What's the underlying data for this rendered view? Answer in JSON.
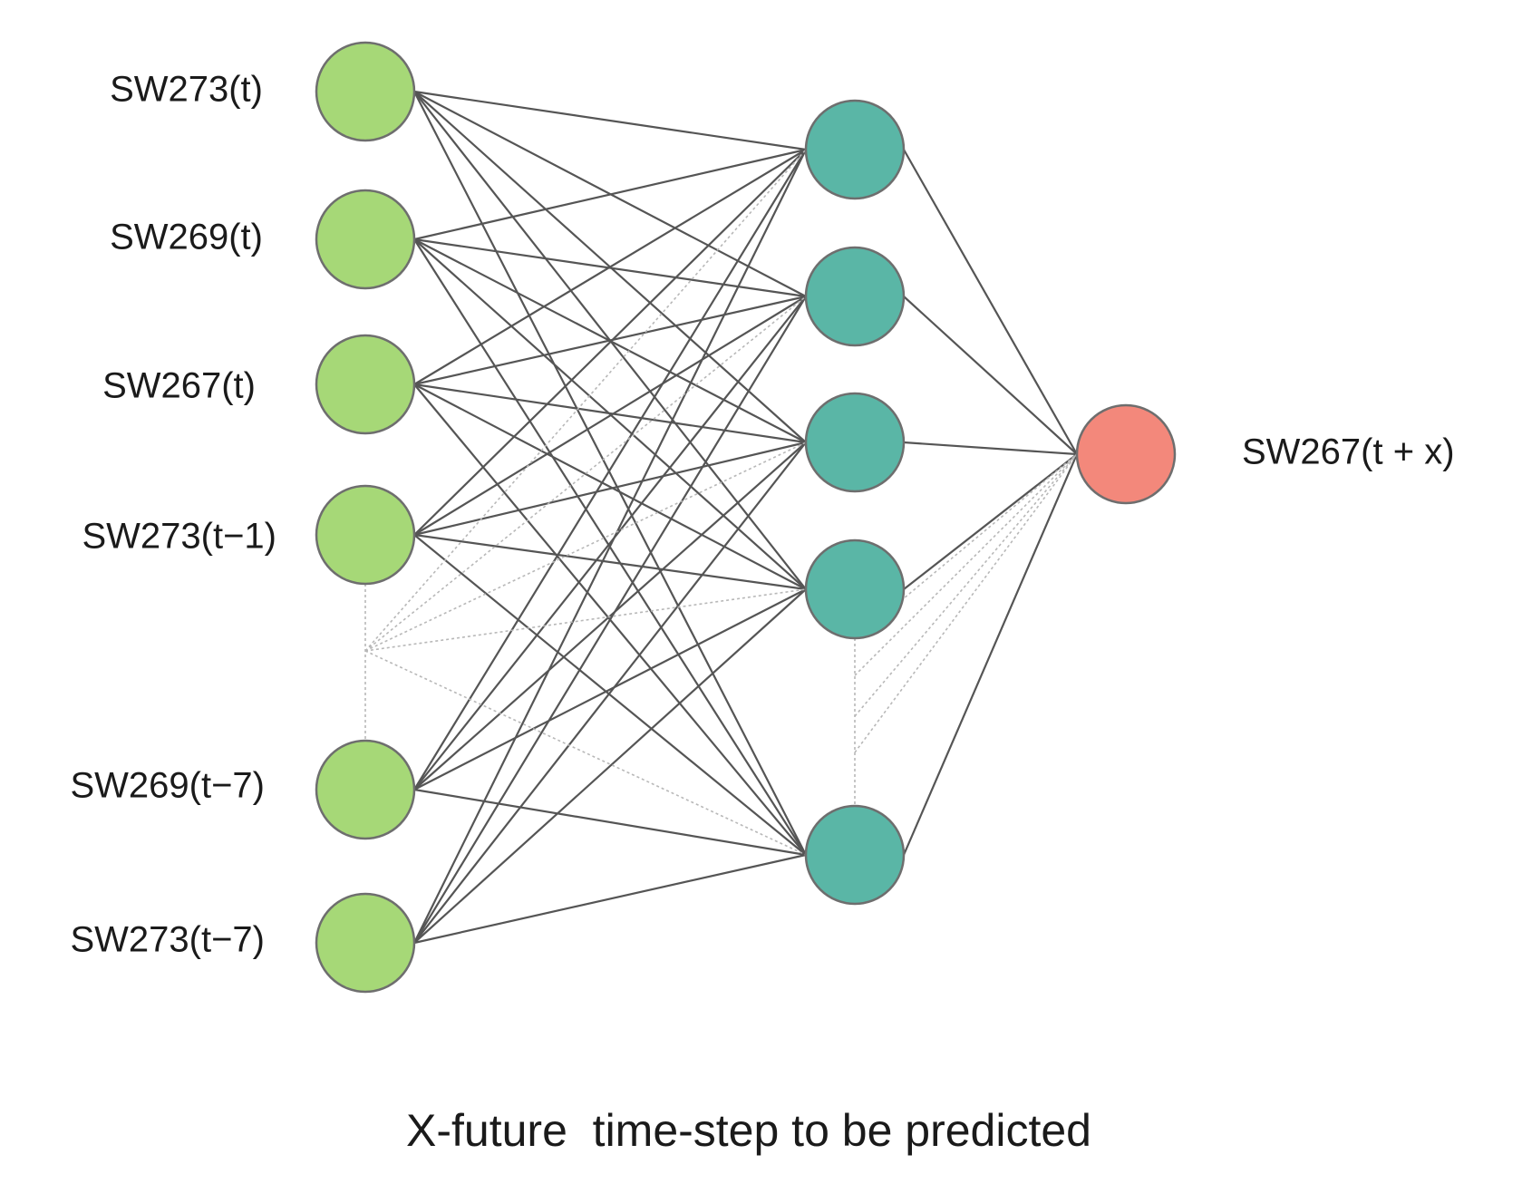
{
  "diagram": {
    "input_labels": [
      "SW273(t)",
      "SW269(t)",
      "SW267(t)",
      "SW273(t−1)",
      "SW269(t−7)",
      "SW273(t−7)"
    ],
    "output_label": "SW267(t + x)",
    "caption": "X-future  time-step to be predicted",
    "colors": {
      "input_node": "#a6d877",
      "hidden_node": "#5ab6a6",
      "output_node": "#f3887b",
      "edge": "#555555",
      "dotted_edge": "#b8b8b8"
    },
    "layers": {
      "input_nodes": 6,
      "hidden_nodes": 5,
      "output_nodes": 1
    }
  }
}
